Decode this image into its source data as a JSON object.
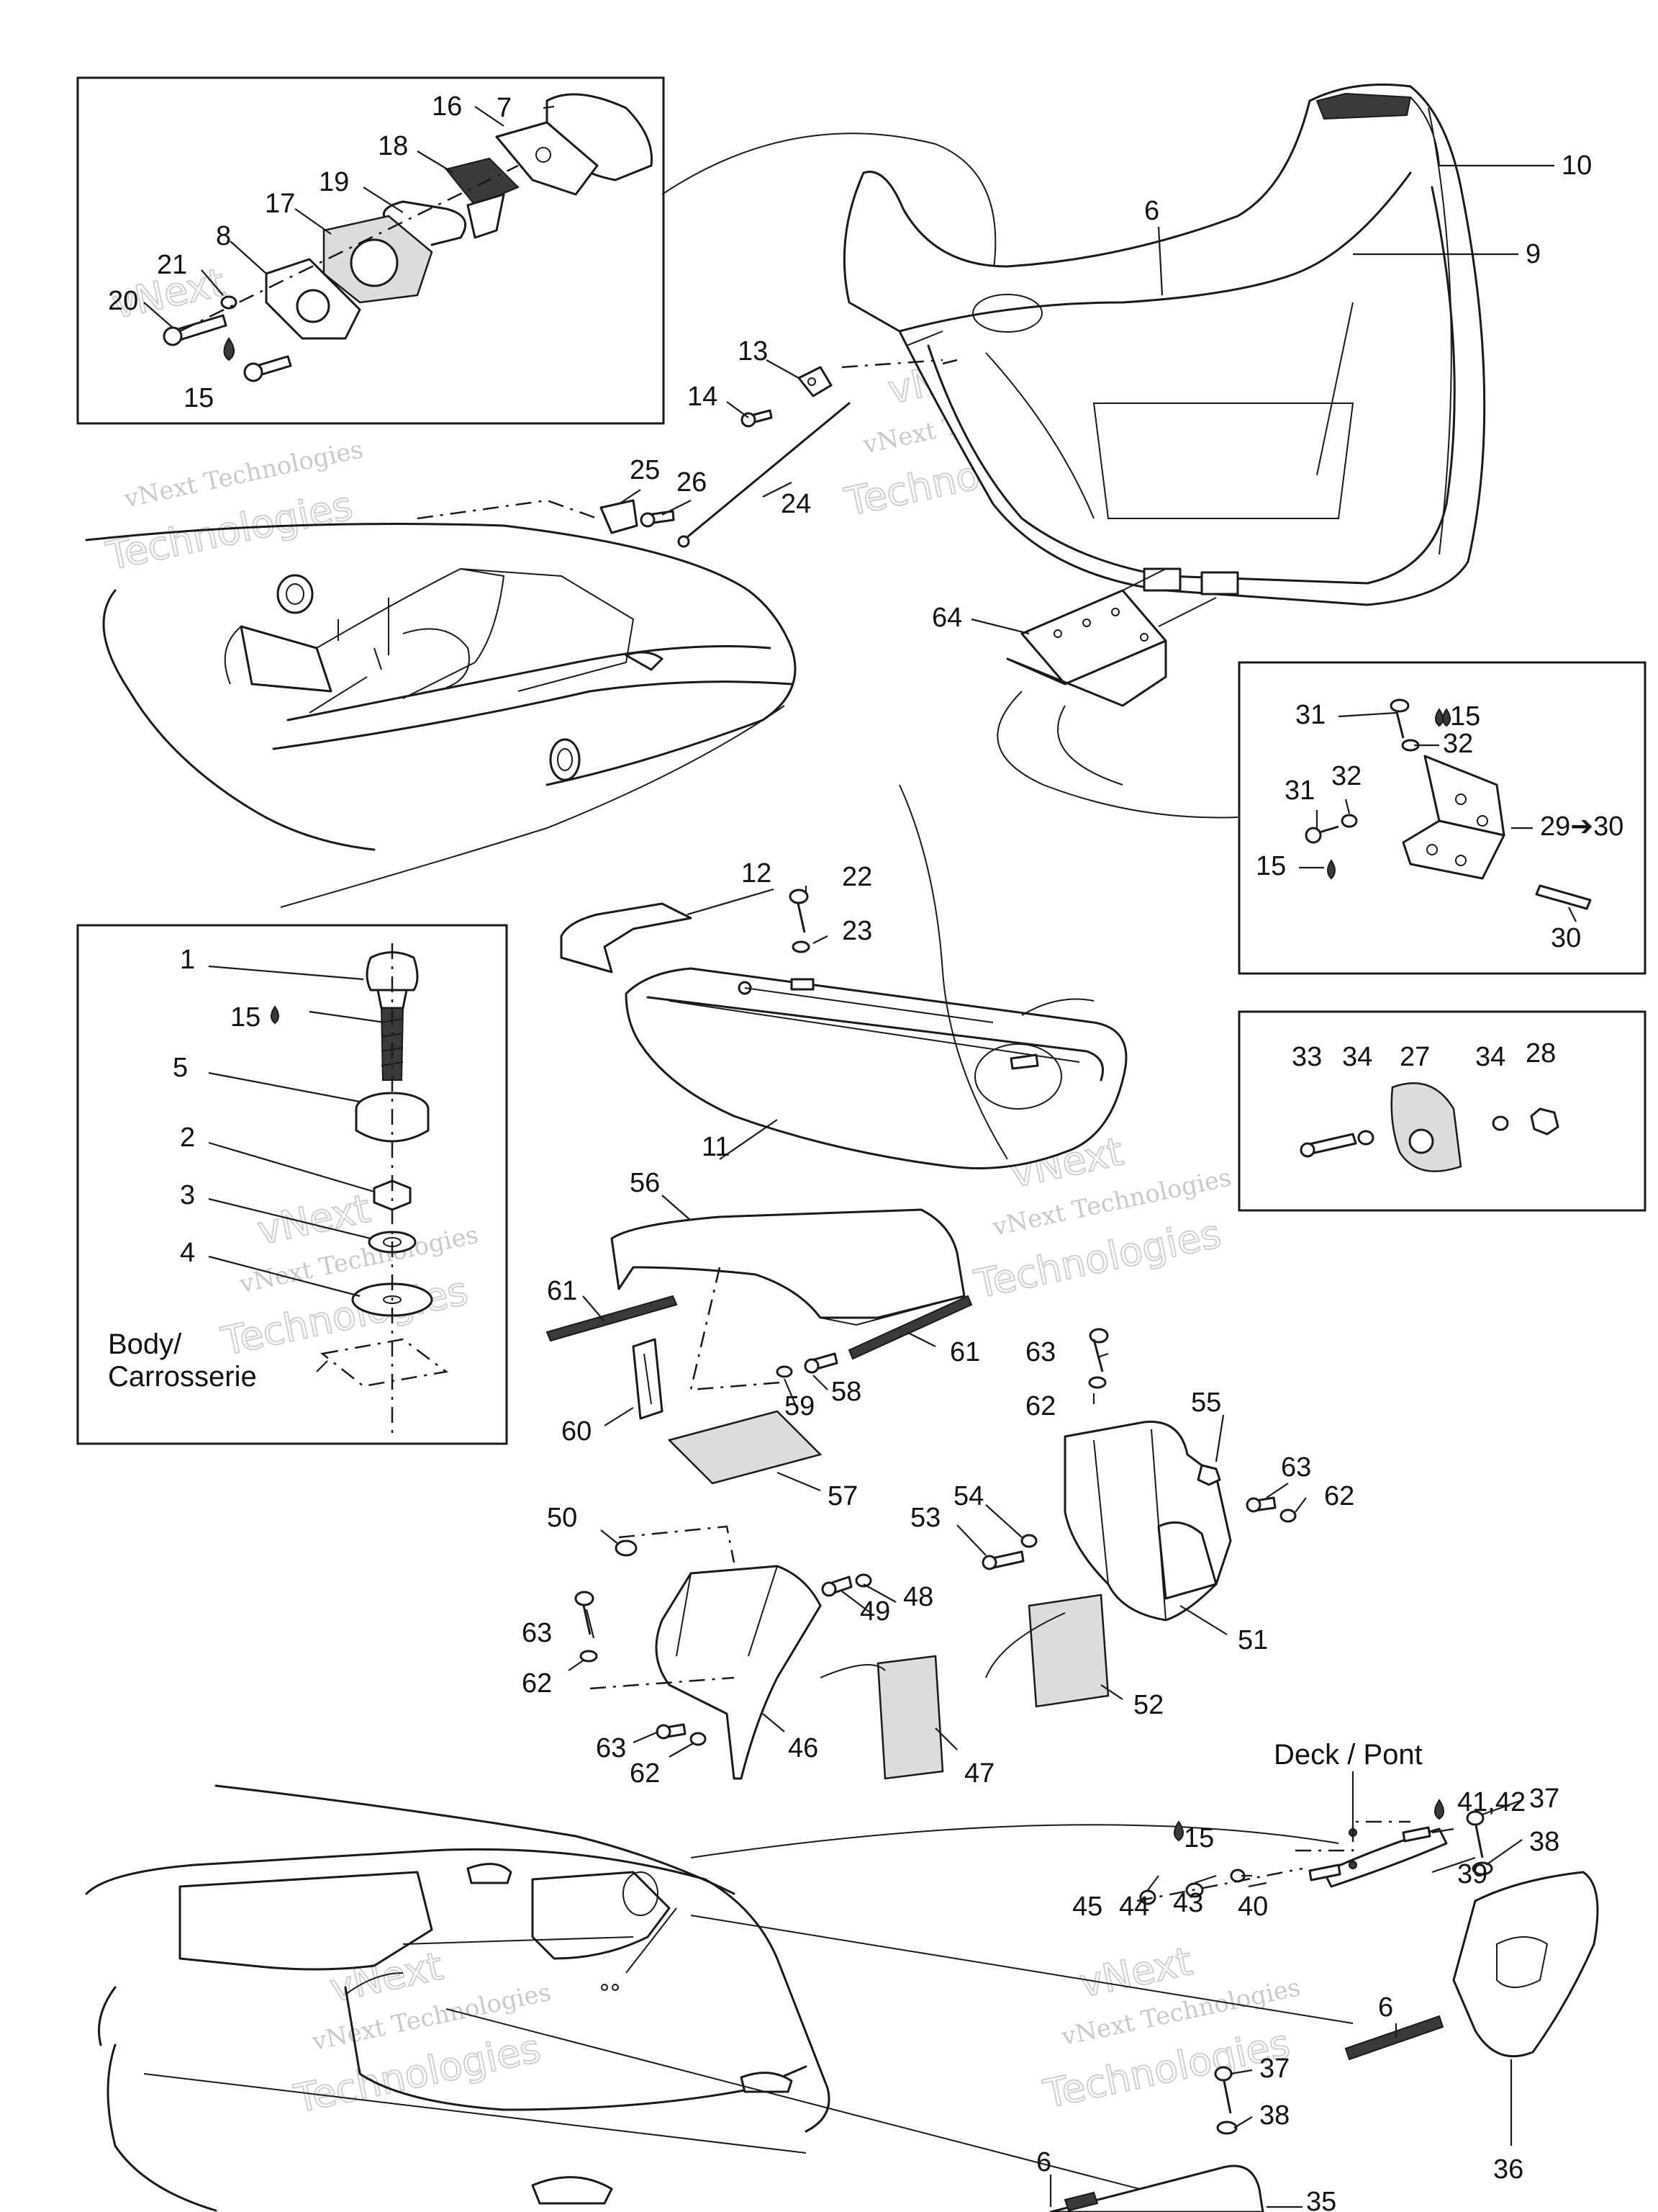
{
  "callouts": {
    "c1": "1",
    "c2": "2",
    "c3": "3",
    "c4": "4",
    "c5": "5",
    "c6a": "6",
    "c6b": "6",
    "c6c": "6",
    "c7": "7",
    "c8": "8",
    "c9": "9",
    "c10": "10",
    "c11": "11",
    "c12": "12",
    "c13": "13",
    "c14": "14",
    "c15a": "15",
    "c15b": "15",
    "c15c": "15",
    "c15d": "15",
    "c15e": "15",
    "c16": "16",
    "c17": "17",
    "c18": "18",
    "c19": "19",
    "c20": "20",
    "c21": "21",
    "c22": "22",
    "c23": "23",
    "c24": "24",
    "c25": "25",
    "c26": "26",
    "c27": "27",
    "c28": "28",
    "c29": "29➔30",
    "c30": "30",
    "c31a": "31",
    "c31b": "31",
    "c32a": "32",
    "c32b": "32",
    "c33": "33",
    "c34a": "34",
    "c34b": "34",
    "c35": "35",
    "c36": "36",
    "c37a": "37",
    "c37b": "37",
    "c38a": "38",
    "c38b": "38",
    "c39": "39",
    "c40": "40",
    "c4142": "41,42",
    "c43": "43",
    "c44": "44",
    "c45": "45",
    "c46": "46",
    "c47": "47",
    "c48": "48",
    "c49": "49",
    "c50": "50",
    "c51": "51",
    "c52": "52",
    "c53": "53",
    "c54": "54",
    "c55": "55",
    "c56": "56",
    "c57": "57",
    "c58": "58",
    "c59": "59",
    "c60": "60",
    "c61a": "61",
    "c61b": "61",
    "c62a": "62",
    "c62b": "62",
    "c62c": "62",
    "c62d": "62",
    "c63a": "63",
    "c63b": "63",
    "c63c": "63",
    "c63d": "63",
    "c64": "64"
  },
  "text_labels": {
    "body_line1": "Body/",
    "body_line2": "Carrosserie",
    "deck": "Deck / Pont"
  },
  "watermark": {
    "line1": "vNext Technologies",
    "line2": "Technologies",
    "line3": "vNext"
  },
  "colors": {
    "ink": "#1a1a1a",
    "watermark": "#cfcfcf",
    "background": "#ffffff"
  },
  "icons": {
    "drop": "liquid-drop-icon"
  }
}
